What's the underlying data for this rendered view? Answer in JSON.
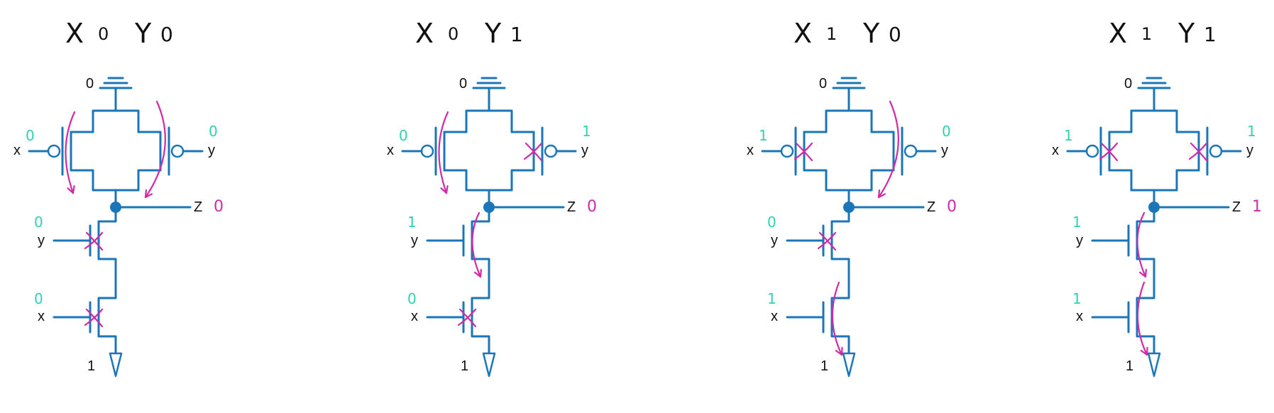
{
  "colors": {
    "circuit": "#1b76b8",
    "annotation": "#d02aa8",
    "input_value": "#2fd1b4",
    "text": "#111111"
  },
  "panels": [
    {
      "id": "x0y0",
      "heading": [
        "X",
        "0",
        "Y",
        "0"
      ],
      "labels": {
        "top": "0",
        "x": "x",
        "y": "y",
        "z": "Z",
        "bottom": "1"
      },
      "inputs": {
        "x_pmos": "0",
        "y_pmos": "0",
        "y_nmos": "0",
        "x_nmos": "0"
      },
      "output": "0"
    },
    {
      "id": "x0y1",
      "heading": [
        "X",
        "0",
        "Y",
        "1"
      ],
      "labels": {
        "top": "0",
        "x": "x",
        "y": "y",
        "z": "Z",
        "bottom": "1"
      },
      "inputs": {
        "x_pmos": "0",
        "y_pmos": "1",
        "y_nmos": "1",
        "x_nmos": "0"
      },
      "output": "0"
    },
    {
      "id": "x1y0",
      "heading": [
        "X",
        "1",
        "Y",
        "0"
      ],
      "labels": {
        "top": "0",
        "x": "x",
        "y": "y",
        "z": "Z",
        "bottom": "1"
      },
      "inputs": {
        "x_pmos": "1",
        "y_pmos": "0",
        "y_nmos": "0",
        "x_nmos": "1"
      },
      "output": "0"
    },
    {
      "id": "x1y1",
      "heading": [
        "X",
        "1",
        "Y",
        "1"
      ],
      "labels": {
        "top": "0",
        "x": "x",
        "y": "y",
        "z": "Z",
        "bottom": "1"
      },
      "inputs": {
        "x_pmos": "1",
        "y_pmos": "1",
        "y_nmos": "1",
        "x_nmos": "1"
      },
      "output": "1"
    }
  ]
}
